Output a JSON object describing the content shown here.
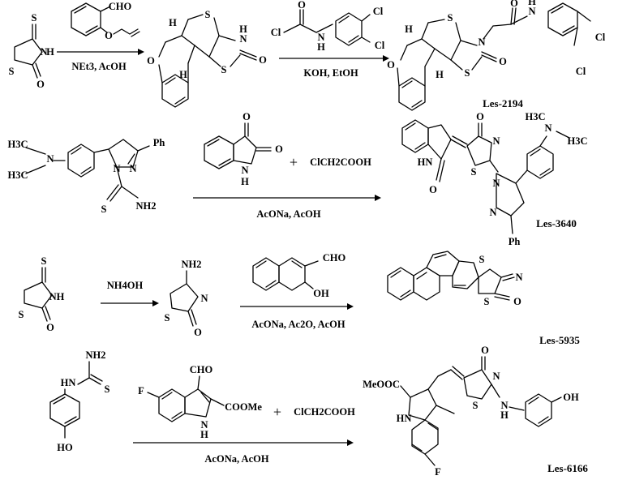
{
  "atoms": {
    "S": "S",
    "N": "N",
    "O": "O",
    "H": "H",
    "NH": "NH",
    "HN": "HN",
    "Cl": "Cl",
    "F": "F",
    "OH": "OH",
    "HO": "HO",
    "Ph": "Ph",
    "CHO": "CHO",
    "NH2": "NH2",
    "H3C": "H3C",
    "COOMe": "COOMe",
    "MeOOC": "MeOOC"
  },
  "reactions": [
    {
      "id": "les-2194",
      "conditions_top": "",
      "conditions": [
        "NEt3, AcOH",
        "KOH, EtOH"
      ],
      "product_code": "Les-2194"
    },
    {
      "id": "les-3640",
      "reagent": "ClCH2COOH",
      "plus": "+",
      "conditions": [
        "AcONa, AcOH"
      ],
      "product_code": "Les-3640"
    },
    {
      "id": "les-5935",
      "conditions": [
        "NH4OH",
        "AcONa, Ac2O, AcOH"
      ],
      "product_code": "Les-5935"
    },
    {
      "id": "les-6166",
      "reagent": "ClCH2COOH",
      "plus": "+",
      "conditions": [
        "AcONa, AcOH"
      ],
      "product_code": "Les-6166"
    }
  ]
}
